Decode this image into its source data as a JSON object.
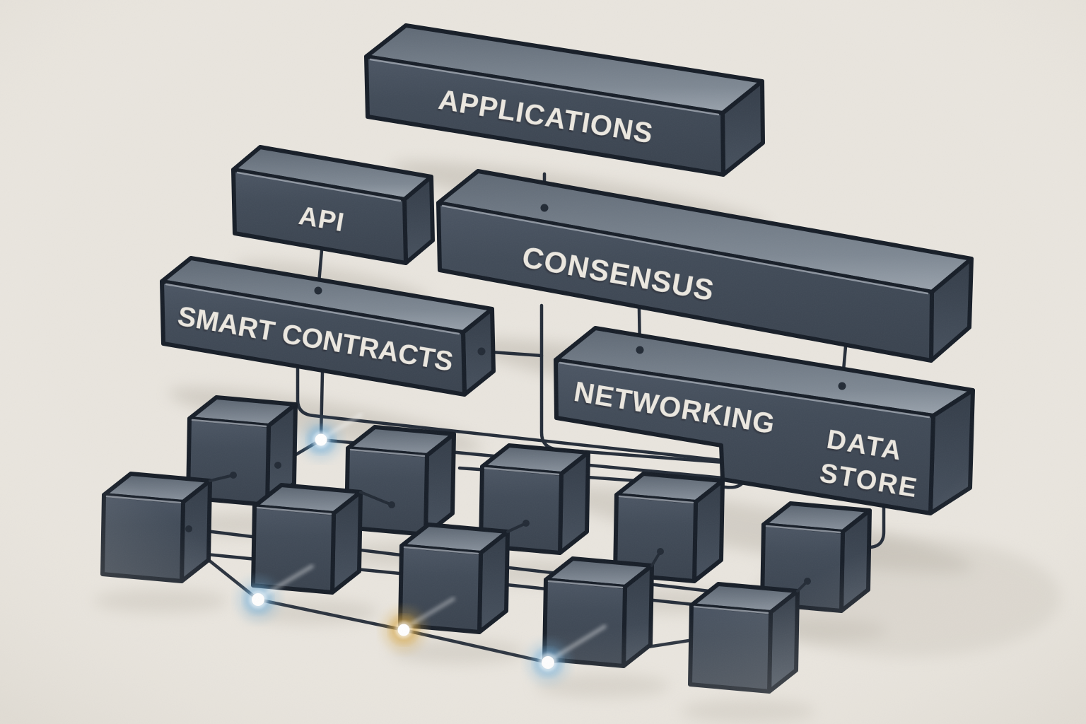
{
  "diagram": {
    "title_hidden": "",
    "background_color": "#e9e5de",
    "block_front_color": "#3f4955",
    "block_top_color": "#8e99a4",
    "outline_color": "#161d27",
    "wire_color": "#242c38",
    "label_text_color": "#ece8e0",
    "layers": [
      {
        "id": "applications",
        "label": "APPLICATIONS"
      },
      {
        "id": "api",
        "label": "API"
      },
      {
        "id": "consensus",
        "label": "CONSENSUS"
      },
      {
        "id": "smart-contracts",
        "label": "SMART CONTRACTS"
      },
      {
        "id": "networking",
        "label": "NETWORKING"
      },
      {
        "id": "data-store",
        "label": "DATA STORE",
        "lines": [
          "DATA",
          "STORE"
        ]
      }
    ],
    "blocks": {
      "count": 10,
      "description": "dark cube blocks linked by wires"
    },
    "glow_nodes": [
      {
        "id": "glow-1",
        "color_name": "blue",
        "color": "#6cacd9"
      },
      {
        "id": "glow-2",
        "color_name": "blue",
        "color": "#6cacd9"
      },
      {
        "id": "glow-3",
        "color_name": "orange",
        "color": "#d5a544"
      },
      {
        "id": "glow-4",
        "color_name": "blue",
        "color": "#6cacd9"
      }
    ]
  }
}
